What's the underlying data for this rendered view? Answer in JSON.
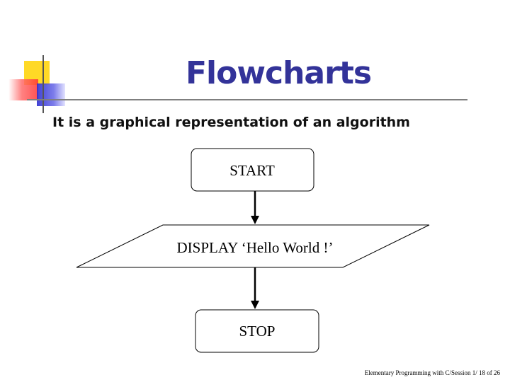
{
  "slide": {
    "title": "Flowcharts",
    "subtitle": "It is a graphical representation of an algorithm",
    "footer": "Elementary Programming with C/Session 1/ 18 of 26"
  },
  "flowchart": {
    "nodes": [
      {
        "id": "start",
        "shape": "rounded-rectangle",
        "label": "START"
      },
      {
        "id": "display",
        "shape": "parallelogram",
        "label": "DISPLAY ‘Hello World !’"
      },
      {
        "id": "stop",
        "shape": "rounded-rectangle",
        "label": "STOP"
      }
    ],
    "edges": [
      {
        "from": "start",
        "to": "display"
      },
      {
        "from": "display",
        "to": "stop"
      }
    ]
  },
  "colors": {
    "title": "#333399",
    "accent_yellow": "#ffd200",
    "accent_red": "#ff3333",
    "accent_blue": "#2d2dd0"
  }
}
